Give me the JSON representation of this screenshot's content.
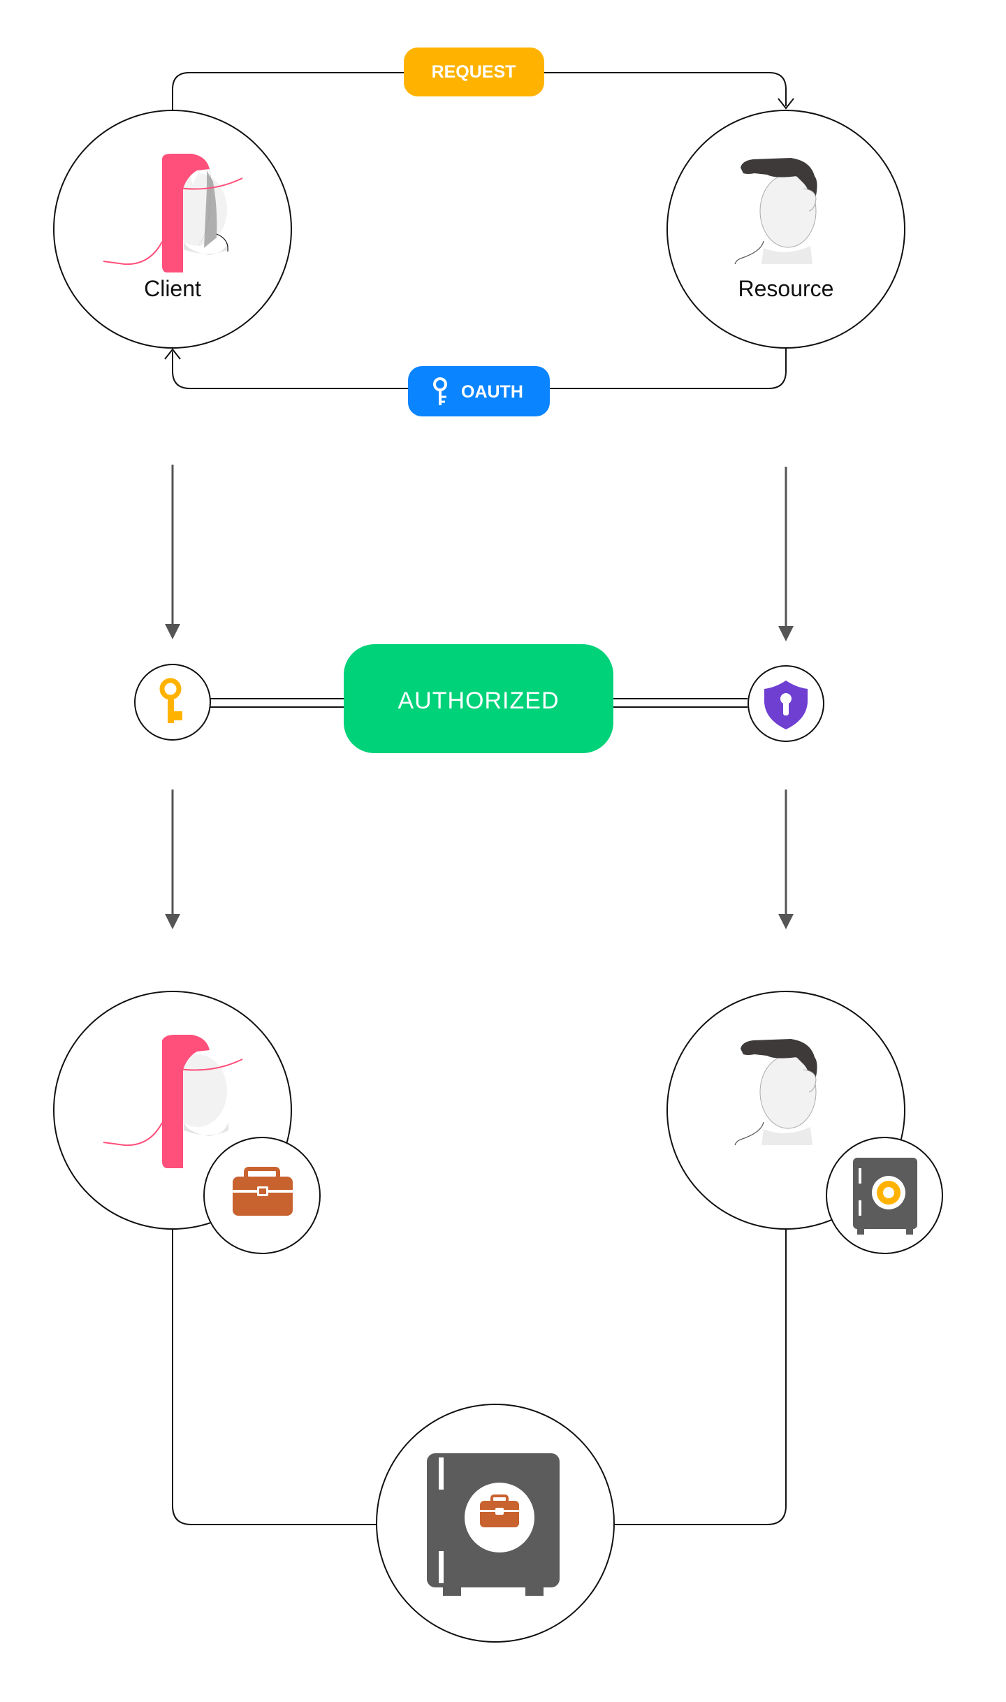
{
  "nodes": {
    "client": {
      "label": "Client"
    },
    "resource": {
      "label": "Resource"
    }
  },
  "pills": {
    "request": {
      "label": "REQUEST",
      "color": "#FFB300"
    },
    "oauth": {
      "label": "OAUTH",
      "color": "#0A84FF"
    },
    "authorized": {
      "label": "AUTHORIZED",
      "color": "#00D27A"
    }
  },
  "colors": {
    "client_hair": "#FF4F7B",
    "resource_hair": "#3E3A3A",
    "skin_shade": "#EBEBEB",
    "key": "#FFB300",
    "shield": "#6E3FD1",
    "briefcase": "#C8622F",
    "safe": "#5C5C5C",
    "dial": "#FFB300",
    "arrow": "#555555",
    "line": "#111111"
  },
  "icons": [
    "client-avatar-icon",
    "resource-avatar-icon",
    "key-icon",
    "shield-lock-icon",
    "briefcase-icon",
    "safe-icon",
    "safe-with-briefcase-icon"
  ]
}
